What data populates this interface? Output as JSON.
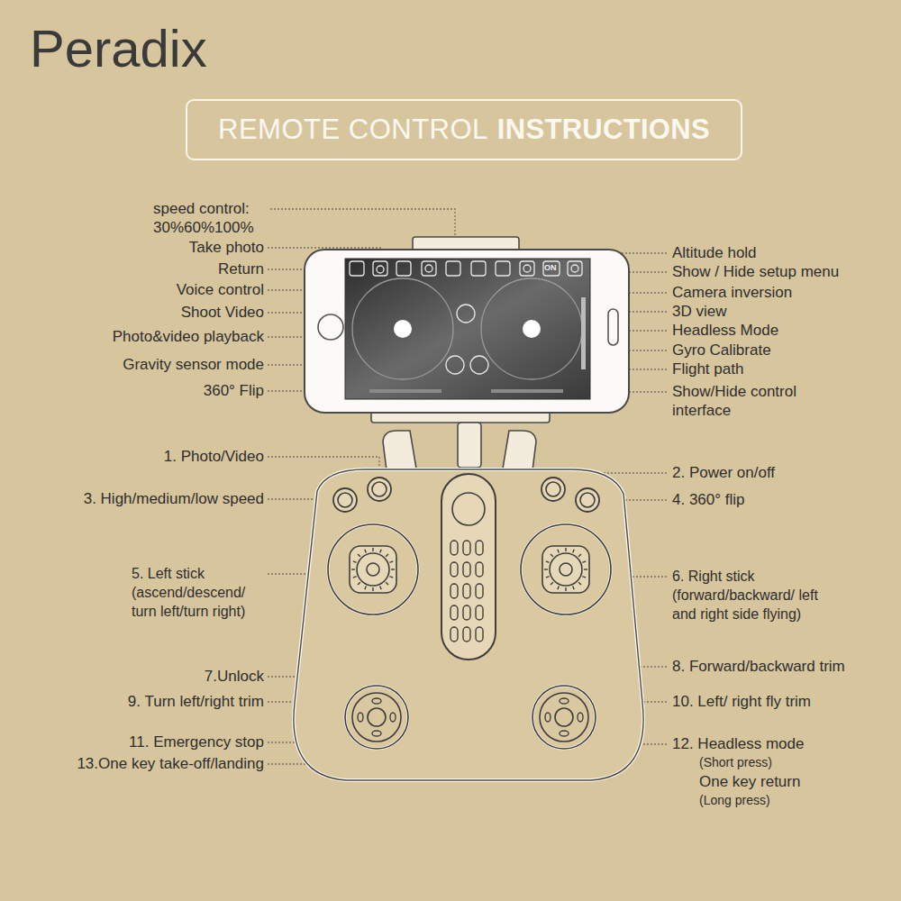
{
  "diagram": {
    "nodes": [
      {
        "text": [
          "REMOTE CONTROL",
          "INSTRUCTIONS"
        ]
      }
    ],
    "labels": [
      "Peradix",
      "speed control: 30%60%100%",
      "Take photo",
      "Return",
      "Voice control",
      "Shoot Video",
      "Photo&video playback",
      "Gravity sensor mode",
      "360° Flip",
      "Altitude hold",
      "Show / Hide setup menu",
      "Camera inversion",
      "3D view",
      "Headless Mode",
      "Gyro Calibrate",
      "Flight path",
      "Show/Hide control interface",
      "ON",
      "1. Photo/Video",
      "2. Power on/off",
      "3. High/medium/low speed",
      "4. 360° flip",
      "5. Left stick (ascend/descend/ turn left/turn right)",
      "6. Right stick (forward/backward/ left and right side flying)",
      "7.Unlock",
      "8. Forward/backward trim",
      "9. Turn left/right trim",
      "10. Left/ right fly trim",
      "11. Emergency stop",
      "12. Headless mode",
      "(Short press)",
      "One key return",
      "(Long press)",
      "13.One key take-off/landing"
    ]
  }
}
